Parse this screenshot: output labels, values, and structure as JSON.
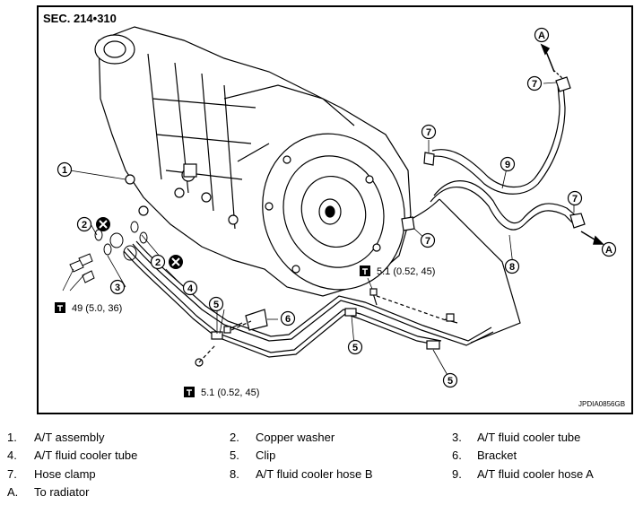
{
  "diagram": {
    "section_title": "SEC. 214•310",
    "drawing_code": "JPDIA0856GB",
    "callouts": {
      "c1": "1",
      "c2a": "2",
      "c2b": "2",
      "c3": "3",
      "c4": "4",
      "c5a": "5",
      "c5b": "5",
      "c5c": "5",
      "c6": "6",
      "c7a": "7",
      "c7b": "7",
      "c7c": "7",
      "c7d": "7",
      "c8": "8",
      "c9": "9",
      "cAa": "A",
      "cAb": "A"
    },
    "torque_specs": {
      "t1": "5.1 (0.52, 45)",
      "t2": "49 (5.0, 36)",
      "t3": "5.1 (0.52, 45)"
    }
  },
  "legend": [
    {
      "num": "1.",
      "label": "A/T assembly"
    },
    {
      "num": "2.",
      "label": "Copper washer"
    },
    {
      "num": "3.",
      "label": "A/T fluid cooler tube"
    },
    {
      "num": "4.",
      "label": "A/T fluid cooler tube"
    },
    {
      "num": "5.",
      "label": "Clip"
    },
    {
      "num": "6.",
      "label": "Bracket"
    },
    {
      "num": "7.",
      "label": "Hose clamp"
    },
    {
      "num": "8.",
      "label": "A/T fluid cooler hose B"
    },
    {
      "num": "9.",
      "label": "A/T fluid cooler hose A"
    },
    {
      "num": "A.",
      "label": "To radiator"
    }
  ]
}
